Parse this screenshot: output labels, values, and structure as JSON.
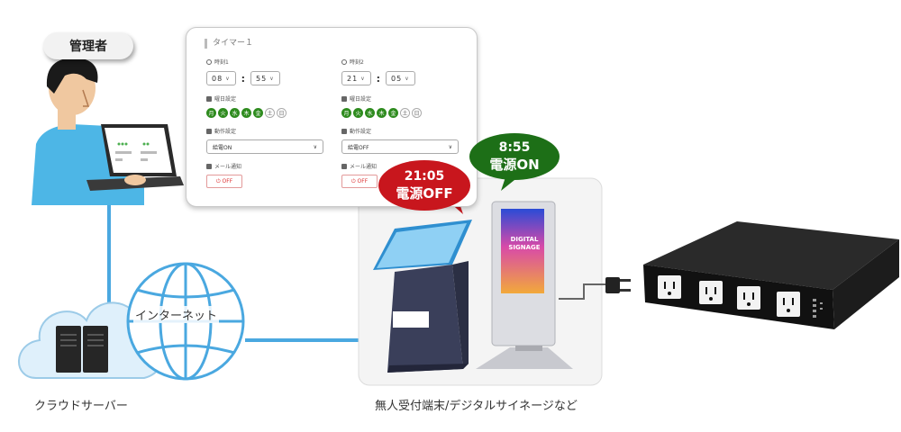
{
  "admin_label": "管理者",
  "panel": {
    "title": "タイマー１",
    "timer1": {
      "label": "時刻1",
      "hour": "08",
      "minute": "55",
      "days_label": "曜日設定",
      "days": [
        "月",
        "火",
        "水",
        "木",
        "金",
        "土",
        "日"
      ],
      "days_active": [
        true,
        true,
        true,
        true,
        true,
        false,
        false
      ],
      "action_label": "動作設定",
      "action_value": "給電ON",
      "mail_label": "メール通知",
      "mail_value": "OFF"
    },
    "timer2": {
      "label": "時刻2",
      "hour": "21",
      "minute": "05",
      "days_label": "曜日設定",
      "days": [
        "月",
        "火",
        "水",
        "木",
        "金",
        "土",
        "日"
      ],
      "days_active": [
        true,
        true,
        true,
        true,
        true,
        false,
        false
      ],
      "action_label": "動作設定",
      "action_value": "給電OFF",
      "mail_label": "メール通知",
      "mail_value": "OFF"
    }
  },
  "bubble_off": {
    "time": "21:05",
    "text": "電源OFF"
  },
  "bubble_on": {
    "time": "8:55",
    "text": "電源ON"
  },
  "signage_text": "DIGITAL SIGNAGE",
  "internet_label": "インターネット",
  "cloud_label": "クラウドサーバー",
  "devices_label": "無人受付端末/デジタルサイネージなど",
  "colors": {
    "line": "#4aa8e0",
    "on_green": "#1d6f17",
    "off_red": "#c8161d",
    "day_green": "#2e8b1e"
  }
}
